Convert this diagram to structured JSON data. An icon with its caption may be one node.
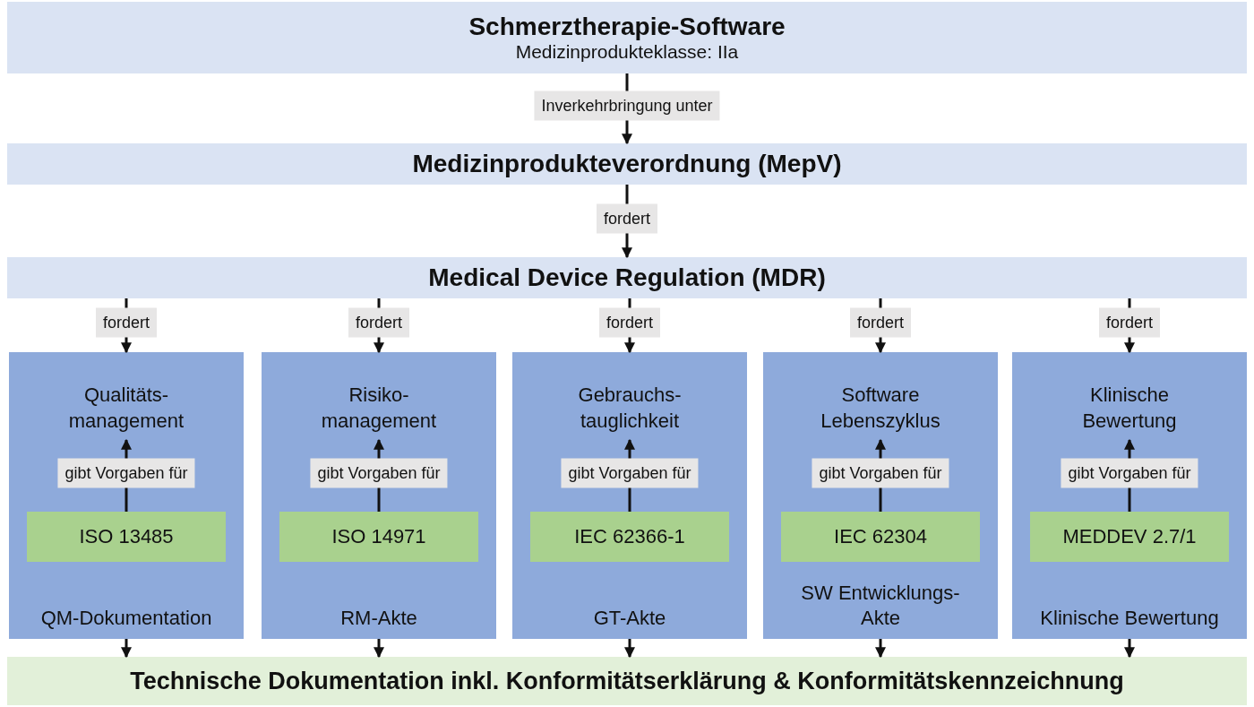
{
  "diagram": {
    "nodes": [
      {
        "text": [
          "Schmerztherapie-Software",
          "Medizinprodukteklasse: IIa"
        ]
      },
      {
        "text": [
          "Medizinprodukteverordnung (MepV)"
        ]
      },
      {
        "text": [
          "Medical Device Regulation (MDR)"
        ]
      },
      {
        "text": [
          "QM-Dokumentation"
        ]
      },
      {
        "text": [
          "Qualitäts-management"
        ],
        "in": 3
      },
      {
        "text": [
          "ISO 13485"
        ],
        "in": 3
      },
      {
        "text": [
          "RM-Akte"
        ]
      },
      {
        "text": [
          "Risiko-management"
        ],
        "in": 6
      },
      {
        "text": [
          "ISO 14971"
        ],
        "in": 6
      },
      {
        "text": [
          "GT-Akte"
        ]
      },
      {
        "text": [
          "Gebrauchs-tauglichkeit"
        ],
        "in": 9
      },
      {
        "text": [
          "IEC 62366-1"
        ],
        "in": 9
      },
      {
        "text": [
          "SW Entwicklungs-Akte"
        ]
      },
      {
        "text": [
          "Software Lebenszyklus"
        ],
        "in": 12
      },
      {
        "text": [
          "IEC 62304"
        ],
        "in": 12
      },
      {
        "text": [
          "Klinische Bewertung"
        ]
      },
      {
        "text": [
          "Klinische Bewertung"
        ],
        "in": 15
      },
      {
        "text": [
          "MEDDEV 2.7/1"
        ],
        "in": 15
      },
      {
        "text": [
          "Technische Dokumentation inkl. Konformitätserklärung & Konformitätskennzeichnung"
        ]
      }
    ],
    "edges": [
      {
        "from": 0,
        "to": 1,
        "arrow": "to",
        "label": "Inverkehrbringung unter"
      },
      {
        "from": 1,
        "to": 2,
        "arrow": "to",
        "label": "fordert"
      },
      {
        "from": 2,
        "to": 3,
        "arrow": "to",
        "label": "fordert"
      },
      {
        "from": 2,
        "to": 6,
        "arrow": "to",
        "label": "fordert"
      },
      {
        "from": 2,
        "to": 9,
        "arrow": "to",
        "label": "fordert"
      },
      {
        "from": 2,
        "to": 12,
        "arrow": "to",
        "label": "fordert"
      },
      {
        "from": 2,
        "to": 15,
        "arrow": "to",
        "label": "fordert"
      },
      {
        "from": 5,
        "to": 4,
        "arrow": "to",
        "label": "gibt Vorgaben für"
      },
      {
        "from": 8,
        "to": 7,
        "arrow": "to",
        "label": "gibt Vorgaben für"
      },
      {
        "from": 11,
        "to": 10,
        "arrow": "to",
        "label": "gibt Vorgaben für"
      },
      {
        "from": 14,
        "to": 13,
        "arrow": "to",
        "label": "gibt Vorgaben für"
      },
      {
        "from": 17,
        "to": 16,
        "arrow": "to",
        "label": "gibt Vorgaben für"
      },
      {
        "from": 3,
        "to": 18,
        "arrow": "to"
      },
      {
        "from": 6,
        "to": 18,
        "arrow": "to"
      },
      {
        "from": 9,
        "to": 18,
        "arrow": "to"
      },
      {
        "from": 12,
        "to": 18,
        "arrow": "to"
      },
      {
        "from": 15,
        "to": 18,
        "arrow": "to"
      }
    ]
  }
}
